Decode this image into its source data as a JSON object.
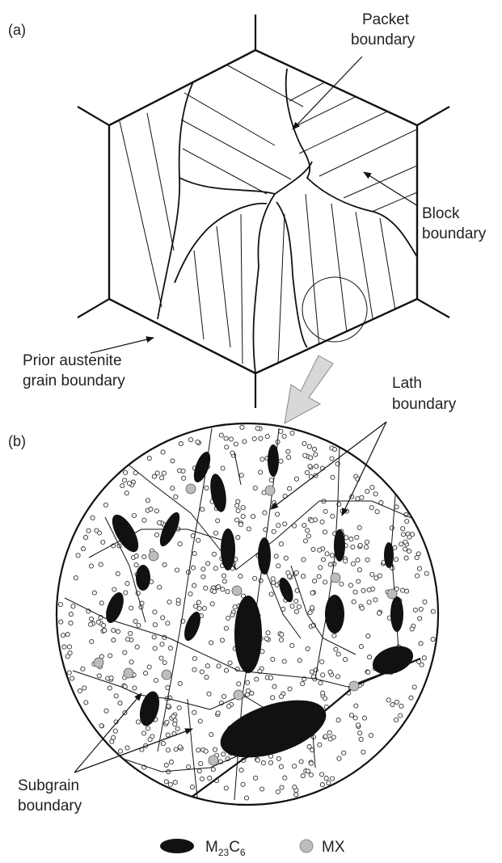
{
  "panels": {
    "a": "(a)",
    "b": "(b)"
  },
  "labels": {
    "packet_line1": "Packet",
    "packet_line2": "boundary",
    "block_line1": "Block",
    "block_line2": "boundary",
    "prior_line1": "Prior austenite",
    "prior_line2": "grain boundary",
    "lath_line1": "Lath",
    "lath_line2": "boundary",
    "subgrain_line1": "Subgrain",
    "subgrain_line2": "boundary"
  },
  "legend": {
    "m23c6_main": "M",
    "m23c6_sub1": "23",
    "m23c6_mid": "C",
    "m23c6_sub2": "6",
    "mx": "MX"
  },
  "colors": {
    "ink": "#111111",
    "mx_fill": "#bdbdbd",
    "arrow_fill": "#d8d8d8"
  }
}
